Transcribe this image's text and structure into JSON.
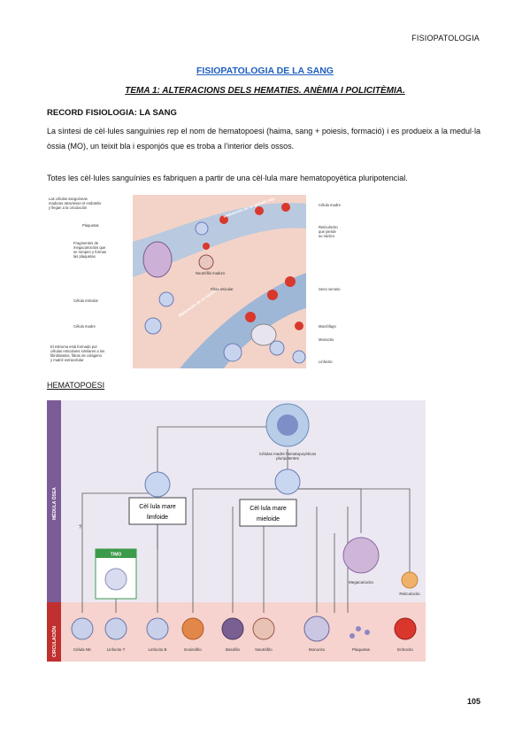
{
  "header": {
    "subject": "FISIOPATOLOGIA"
  },
  "document": {
    "title": "FISIOPATOLOGIA DE LA SANG",
    "subtitle": "TEMA 1: ALTERACIONS DELS HEMATIES. ANÈMIA I POLICITÈMIA.",
    "section_heading": "RECORD FISIOLOGIA: LA SANG",
    "paragraph1": "La síntesi de cèl·lules sanguínies rep el nom de hematopoesi (haima, sang + poiesis, formació) i es produeix a la medul·la òssia (MO), un teixit bla i esponjós que es troba a l’interior dels ossos.",
    "paragraph2": "Totes les cèl·lules sanguínies es fabriquen a partir de una cèl·lula mare hematopoyètica pluripotencial.",
    "hematopoesi_heading": "HEMATOPOESI",
    "page_number": "105"
  },
  "figure1": {
    "left_labels": [
      "Las células sanguíneas",
      "maduras atraviesan el endotelio",
      "y llegan a la circulación",
      "Plaquetas",
      "Fragmentos de",
      "megacariocitos que",
      "se rompen y forman",
      "las plaquetas.",
      "Célula reticular",
      "Célula madre",
      "El estroma está formado por",
      "células reticulares similares a los",
      "fibroblastos, fibras de colágeno",
      "y matriz extracelular"
    ],
    "right_labels": [
      "Célula madre",
      "Reticulocito",
      "que pierde",
      "su núcleo",
      "Seno venoso",
      "Macrófago",
      "Monocito",
      "Linfocito"
    ],
    "inner_labels": [
      "Maduración de un glóbulo rojo",
      "Neutrófilo maduro",
      "Maduración de un neutrófilo",
      "Fibra reticular"
    ]
  },
  "figure2": {
    "band_top": "MÉDULA ÓSEA",
    "band_bottom": "CIRCULACIÓN",
    "stem_cell_caption": [
      "Células madre hematopoyéticas",
      "pluripotentes"
    ],
    "lymphoid_box": [
      "Cèl·lula mare",
      "limfoide"
    ],
    "myeloid_box": [
      "Cèl·lula mare",
      "mieloide"
    ],
    "thymus": "TIMO",
    "question_mark": "?",
    "megakaryocyte": "Megacariocito",
    "reticulocyte": "Reticulocito",
    "cells": [
      "Célula NK",
      "Linfocito T",
      "Linfocito B",
      "Eosinófilo",
      "Basófilo",
      "Neutrófilo",
      "Monocito",
      "Plaquetas",
      "Eritrocito"
    ]
  }
}
